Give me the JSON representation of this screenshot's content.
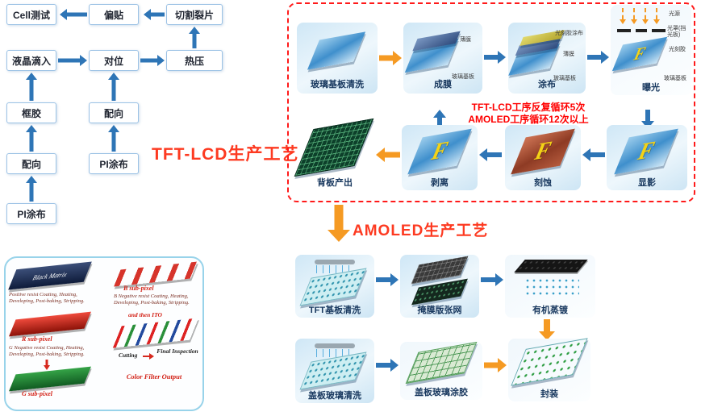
{
  "left_flow": {
    "title": "TFT-LCD生产工艺",
    "cell_test": "Cell测试",
    "pian_tie": "偏贴",
    "qie_ge_lie_pian": "切割裂片",
    "ye_jing_di_ru": "液晶滴入",
    "dui_wei": "对位",
    "re_ya": "热压",
    "kuang_jiao": "框胶",
    "pei_xiang_left": "配向",
    "pei_xiang_mid": "配向",
    "pi_tu_bu_left": "PI涂布",
    "pi_tu_bu_mid": "PI涂布"
  },
  "tft_array": {
    "cycle_note_1": "TFT-LCD工序反复循环5次",
    "cycle_note_2": "AMOLED工序循环12次以上",
    "step_glass_clean": "玻璃基板清洗",
    "step_film": "成膜",
    "step_coat": "涂布",
    "step_expose": "曝光",
    "step_develop": "显影",
    "step_etch": "刻蚀",
    "step_strip": "剥离",
    "step_backplane": "背板产出",
    "label_film": "薄膜",
    "label_substrate": "玻璃基板",
    "label_pr_coat": "光刻胶涂布",
    "label_light_source": "光源",
    "label_mask": "光罩(挡光板)",
    "label_pr": "光刻胶"
  },
  "amoled": {
    "title": "AMOLED生产工艺",
    "step_tft_clean": "TFT基板清洗",
    "step_mask_net": "掩膜版张网",
    "step_evaporation": "有机蒸镀",
    "step_cover_clean": "盖板玻璃清洗",
    "step_cover_coat": "盖板玻璃涂胶",
    "step_encapsulation": "封装"
  },
  "color_filter": {
    "black_matrix": "Black Matrix",
    "r_sub_pixel": "R sub-pixel",
    "g_sub_pixel": "G sub-pixel",
    "b_sub_pixel": "B sub-pixel",
    "and_then_ito": "and then ITO",
    "cutting": "Cutting",
    "final_inspection": "Final Inspection",
    "output": "Color Filter Output",
    "note_1": "Positive resist Coating, Heating, Developing, Post-baking, Stripping.",
    "note_2": "G Negative resist Coating, Heating, Developing, Post-baking, Stripping.",
    "note_3": "B Negative resist Coating, Heating, Developing, Post-baking, Stripping."
  },
  "colors": {
    "arrow_blue": "#2e75b6",
    "arrow_orange": "#f59a23",
    "title_red": "#fd3a21",
    "dashed_red": "#ff1a1a",
    "caption_navy": "#17375e"
  }
}
